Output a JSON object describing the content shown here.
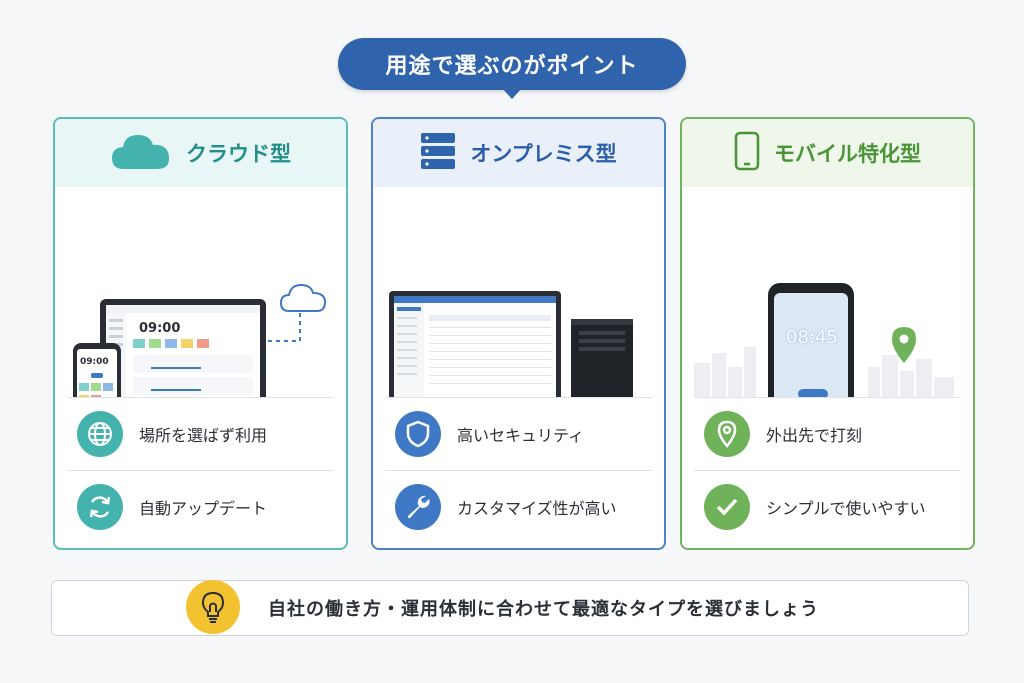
{
  "title": "用途で選ぶのがポイント",
  "cards": [
    {
      "name": "クラウド型",
      "laptop_time": "09:00",
      "phone_time": "09:00",
      "features": [
        "場所を選ばず利用",
        "自動アップデート"
      ],
      "icons": [
        "cloud-icon",
        "globe-icon",
        "refresh-icon"
      ]
    },
    {
      "name": "オンプレミス型",
      "features": [
        "高いセキュリティ",
        "カスタマイズ性が高い"
      ],
      "icons": [
        "server-icon",
        "shield-icon",
        "wrench-icon"
      ]
    },
    {
      "name": "モバイル特化型",
      "phone_time": "08:45",
      "features": [
        "外出先で打刻",
        "シンプルで使いやすい"
      ],
      "icons": [
        "smartphone-icon",
        "location-pin-icon",
        "checkmark-icon"
      ]
    }
  ],
  "banner": "自社の働き方・運用体制に合わせて最適なタイプを選びましょう",
  "colors": {
    "title_bg": "#2f64ad",
    "cloud": "#45b3ad",
    "onprem": "#3f78c4",
    "mobile": "#6fb25a",
    "bulb": "#f2c230"
  }
}
